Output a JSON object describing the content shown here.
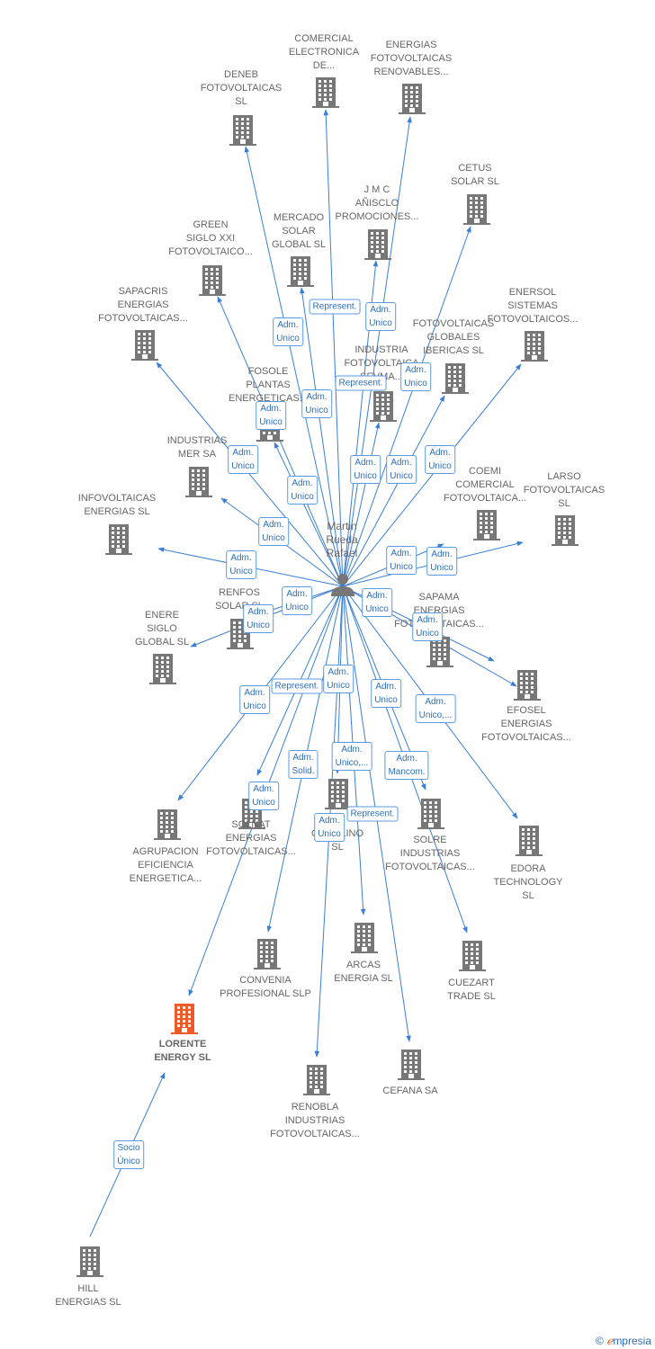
{
  "person": {
    "name": "Martin\nRueda\nRafael",
    "icon": "person-icon"
  },
  "nodes": [
    {
      "id": "deneb",
      "label": "DENEB\nFOTOVOLTAICAS\nSL"
    },
    {
      "id": "comercial_elec",
      "label": "COMERCIAL\nELECTRONICA\nDE..."
    },
    {
      "id": "energias_foto",
      "label": "ENERGIAS\nFOTOVOLTAICAS\nRENOVABLES..."
    },
    {
      "id": "cetus",
      "label": "CETUS\nSOLAR SL"
    },
    {
      "id": "jmc",
      "label": "J M C\nAÑISCLO\nPROMOCIONES..."
    },
    {
      "id": "green",
      "label": "GREEN\nSIGLO XXI\nFOTOVOLTAICO..."
    },
    {
      "id": "mercado",
      "label": "MERCADO\nSOLAR\nGLOBAL  SL"
    },
    {
      "id": "sapacris",
      "label": "SAPACRIS\nENERGIAS\nFOTOVOLTAICAS..."
    },
    {
      "id": "enersol",
      "label": "ENERSOL\nSISTEMAS\nFOTOVOLTAICOS..."
    },
    {
      "id": "foto_globales",
      "label": "FOTOVOLTAICAS\nGLOBALES\nIBERICAS  SL"
    },
    {
      "id": "industria_foto",
      "label": "INDUSTRIA\nFOTOVOLTAICA\nSEVMA..."
    },
    {
      "id": "fosole",
      "label": "FOSOLE\nPLANTAS\nENERGETICAS..."
    },
    {
      "id": "industrias_mer",
      "label": "INDUSTRIAS\nMER SA"
    },
    {
      "id": "infovoltaicas",
      "label": "INFOVOLTAICAS\nENERGIAS  SL"
    },
    {
      "id": "coemi",
      "label": "COEMI\nCOMERCIAL\nFOTOVOLTAICA..."
    },
    {
      "id": "larso",
      "label": "LARSO\nFOTOVOLTAICAS\nSL"
    },
    {
      "id": "renfos",
      "label": "RENFOS\nSOLAR SL"
    },
    {
      "id": "enere",
      "label": "ENERE\nSIGLO\nGLOBAL  SL"
    },
    {
      "id": "sapama",
      "label": "SAPAMA\nENERGIAS\nFOTOVOLTAICAS..."
    },
    {
      "id": "efosel",
      "label": "EFOSEL\nENERGIAS\nFOTOVOLTAICAS..."
    },
    {
      "id": "agrupacion",
      "label": "AGRUPACION\nEFICIENCIA\nENERGETICA..."
    },
    {
      "id": "solnat",
      "label": "SOLNAT\nENERGIAS\nFOTOVOLTAICAS..."
    },
    {
      "id": "cosolino",
      "label": "COSOLINO\nSL"
    },
    {
      "id": "solre",
      "label": "SOLRE\nINDUSTRIAS\nFOTOVOLTAICAS..."
    },
    {
      "id": "edora",
      "label": "EDORA\nTECHNOLOGY\nSL"
    },
    {
      "id": "convenia",
      "label": "CONVENIA\nPROFESIONAL SLP"
    },
    {
      "id": "arcas",
      "label": "ARCAS\nENERGIA  SL"
    },
    {
      "id": "cuezart",
      "label": "CUEZART\nTRADE SL"
    },
    {
      "id": "lorente",
      "label": "LORENTE\nENERGY  SL",
      "highlight": true
    },
    {
      "id": "renobla",
      "label": "RENOBLA\nINDUSTRIAS\nFOTOVOLTAICAS..."
    },
    {
      "id": "cefana",
      "label": "CEFANA SA"
    },
    {
      "id": "hill",
      "label": "HILL\nENERGIAS  SL"
    }
  ],
  "edges": [
    {
      "from": "person",
      "to": "deneb",
      "label": ""
    },
    {
      "from": "person",
      "to": "comercial_elec",
      "label": ""
    },
    {
      "from": "person",
      "to": "energias_foto",
      "label": ""
    },
    {
      "from": "person",
      "to": "cetus",
      "label": ""
    },
    {
      "from": "person",
      "to": "jmc",
      "label": ""
    },
    {
      "from": "person",
      "to": "green",
      "label": ""
    },
    {
      "from": "person",
      "to": "mercado",
      "label": ""
    },
    {
      "from": "person",
      "to": "sapacris",
      "label": ""
    },
    {
      "from": "person",
      "to": "enersol",
      "label": ""
    },
    {
      "from": "person",
      "to": "foto_globales",
      "label": ""
    },
    {
      "from": "person",
      "to": "industria_foto",
      "label": ""
    },
    {
      "from": "person",
      "to": "fosole",
      "label": ""
    },
    {
      "from": "person",
      "to": "industrias_mer",
      "label": ""
    },
    {
      "from": "person",
      "to": "infovoltaicas",
      "label": ""
    },
    {
      "from": "person",
      "to": "coemi",
      "label": ""
    },
    {
      "from": "person",
      "to": "larso",
      "label": ""
    },
    {
      "from": "person",
      "to": "renfos",
      "label": ""
    },
    {
      "from": "person",
      "to": "enere",
      "label": ""
    },
    {
      "from": "person",
      "to": "sapama",
      "label": ""
    },
    {
      "from": "person",
      "to": "efosel",
      "label": ""
    },
    {
      "from": "person",
      "to": "agrupacion",
      "label": ""
    },
    {
      "from": "person",
      "to": "solnat",
      "label": ""
    },
    {
      "from": "person",
      "to": "cosolino",
      "label": ""
    },
    {
      "from": "person",
      "to": "solre",
      "label": ""
    },
    {
      "from": "person",
      "to": "edora",
      "label": ""
    },
    {
      "from": "person",
      "to": "convenia",
      "label": ""
    },
    {
      "from": "person",
      "to": "arcas",
      "label": ""
    },
    {
      "from": "person",
      "to": "cuezart",
      "label": ""
    },
    {
      "from": "person",
      "to": "lorente",
      "label": ""
    },
    {
      "from": "person",
      "to": "renobla",
      "label": ""
    },
    {
      "from": "person",
      "to": "cefana",
      "label": ""
    },
    {
      "from": "hill",
      "to": "lorente",
      "label": ""
    }
  ],
  "edge_labels": [
    "Adm.\nUnico",
    "Represent.",
    "Adm.\nUnico",
    "Adm.\nUnico",
    "Represent.",
    "Adm.\nUnico",
    "Adm.\nUnico",
    "Adm.\nUnico",
    "Adm.\nUnico",
    "Adm.\nUnico",
    "Adm.\nUnico",
    "Adm.\nUnico",
    "Adm.\nUnico",
    "Adm.\nUnico",
    "Adm.\nUnico",
    "Adm.\nUnico",
    "Adm.\nUnico",
    "Adm.\nUnico",
    "Adm.\nUnico",
    "Adm.\nUnico",
    "Adm.\nUnico",
    "Represent.",
    "Adm.\nUnico",
    "Adm.\nUnico,...",
    "Adm.\nUnico",
    "Adm.\nSolid.",
    "Adm.\nUnico,...",
    "Adm.\nMancom.",
    "Adm.\nUnico",
    "Represent.",
    "Adm.\nUnico",
    "Socio\nÚnico"
  ],
  "colors": {
    "edge": "#3a7fd5",
    "building": "#777777",
    "building_highlight": "#f05a28",
    "person": "#777777"
  },
  "footer": {
    "copyright": "©",
    "brand_e": "ℯ",
    "brand_rest": "mpresia"
  }
}
